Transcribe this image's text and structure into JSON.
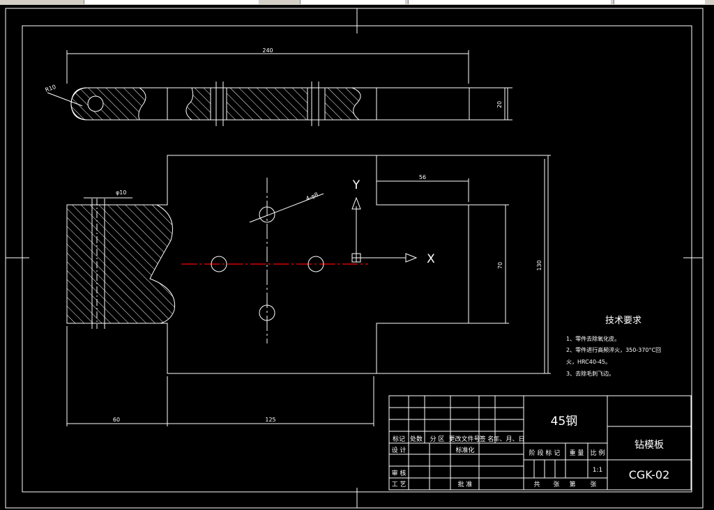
{
  "toolbar": {
    "visible": true
  },
  "drawing": {
    "dims": {
      "len_240": "240",
      "r_label": "R10",
      "thick_20": "20",
      "phi_10": "φ10",
      "holes": "4-φ8",
      "w_56": "56",
      "h_70": "70",
      "h_130": "130",
      "w_60": "60",
      "w_125": "125"
    },
    "axis": {
      "y": "Y",
      "x": "X"
    },
    "tech": {
      "title": "技术要求",
      "line1": "1、零件去除氧化皮。",
      "line2": "2、零件进行高频淬火，350-370°C回",
      "line3": "火，HRC40-45。",
      "line4": "3、去除毛刺飞边。"
    },
    "title_block": {
      "material": "45钢",
      "part_name": "钻模板",
      "drawing_no": "CGK-02",
      "h_biaoji": "标记",
      "h_chushu": "处数",
      "h_fenqu": "分 区",
      "h_gengai": "更改文件号",
      "h_qianming": "签 名",
      "h_riqi": "年、月、日",
      "sheji": "设 计",
      "biaozhunhua": "标准化",
      "shenhe": "审 核",
      "gongyi": "工 艺",
      "pizhun": "批 准",
      "jieduan": "阶 段 标 记",
      "zhongliang": "重 量",
      "bili": "比 例",
      "scale": "1:1",
      "gong": "共",
      "zhang": "张",
      "di": "第",
      "zhang2": "张"
    },
    "colors": {
      "background": "#000000",
      "lines": "#ffffff",
      "centerline": "#ff0000"
    }
  }
}
